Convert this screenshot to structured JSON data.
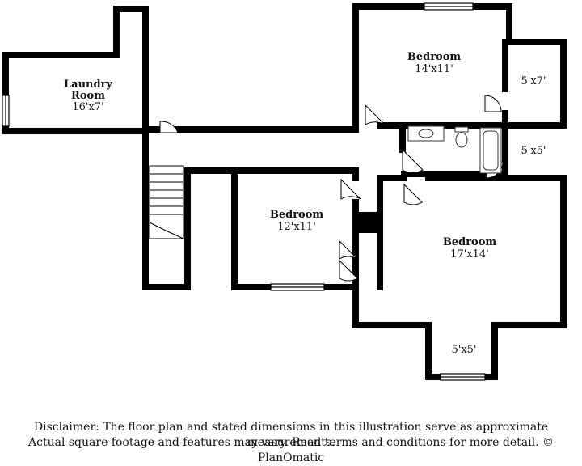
{
  "rooms": {
    "laundry": {
      "name_line1": "Laundry",
      "name_line2": "Room",
      "dims": "16'x7'"
    },
    "bedroom_top": {
      "name": "Bedroom",
      "dims": "14'x11'"
    },
    "closet_top_right": {
      "dims": "5'x7'"
    },
    "closet_mid_right": {
      "dims": "5'x5'"
    },
    "bedroom_left": {
      "name": "Bedroom",
      "dims": "12'x11'"
    },
    "bedroom_right": {
      "name": "Bedroom",
      "dims": "17'x14'"
    },
    "bay_bottom": {
      "dims": "5'x5'"
    }
  },
  "disclaimer": {
    "line1": "Disclaimer: The floor plan and stated dimensions in this illustration serve as approximate measurements.",
    "line2": "Actual square footage and features may vary. Read terms and conditions for more detail. © PlanOmatic"
  },
  "colors": {
    "wall": "#000000",
    "background": "#ffffff",
    "fixture": "#333333"
  }
}
